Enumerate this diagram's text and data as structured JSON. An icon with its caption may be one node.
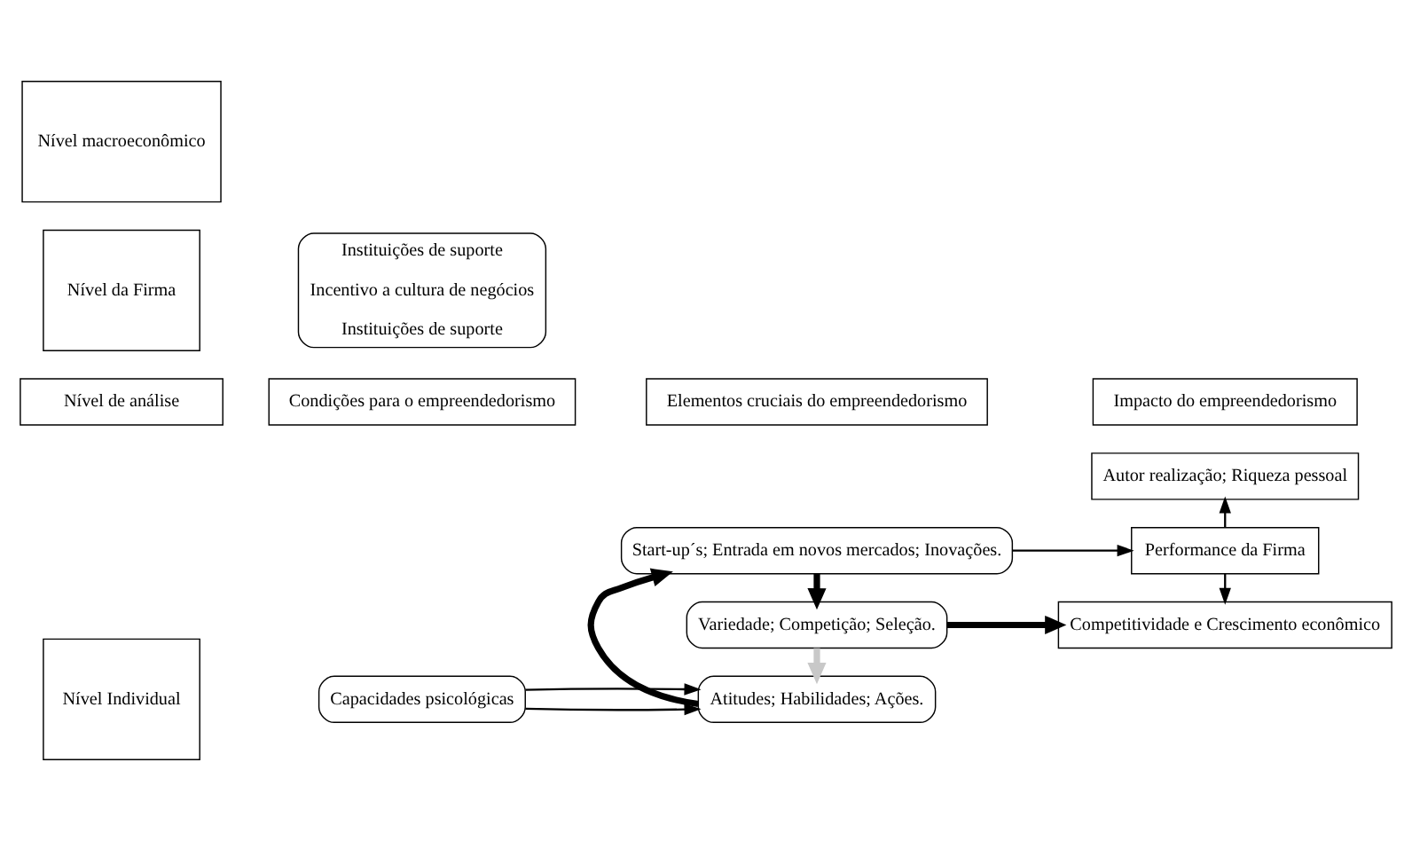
{
  "diagram": {
    "nodes": [
      {
        "text": [
          "Nível de análise"
        ]
      },
      {
        "text": [
          "Condições para o empreendedorismo"
        ]
      },
      {
        "text": [
          "Elementos cruciais do empreendedorismo"
        ]
      },
      {
        "text": [
          "Impacto do empreendedorismo"
        ]
      },
      {
        "text": [
          "Nível Individual"
        ]
      },
      {
        "text": [
          "Nível da Firma"
        ]
      },
      {
        "text": [
          "Nível macroeconômico"
        ]
      },
      {
        "text": [
          "Capacidades psicológicas"
        ]
      },
      {
        "text": [
          "Instituições de suporte",
          "Incentivo a cultura de negócios",
          "Instituições de suporte"
        ]
      },
      {
        "text": [
          "Atitudes; Habilidades; Ações."
        ]
      },
      {
        "text": [
          "Start-up´s; Entrada em novos mercados; Inovações."
        ]
      },
      {
        "text": [
          "Variedade; Competição; Seleção."
        ]
      },
      {
        "text": [
          "Autor realização; Riqueza pessoal"
        ]
      },
      {
        "text": [
          "Performance da Firma"
        ]
      },
      {
        "text": [
          "Competitividade e Crescimento econômico"
        ]
      }
    ],
    "edges": [
      {
        "from": 7,
        "to": 9,
        "arrow": "to"
      },
      {
        "from": 7,
        "to": 9,
        "arrow": "to"
      },
      {
        "from": 9,
        "to": 10,
        "arrow": "to",
        "style": "thick"
      },
      {
        "from": 10,
        "to": 11,
        "arrow": "to",
        "style": "thick"
      },
      {
        "from": 11,
        "to": 9,
        "arrow": "to",
        "style": "thick",
        "color": "#c8c8c8"
      },
      {
        "from": 10,
        "to": 13,
        "arrow": "to"
      },
      {
        "from": 13,
        "to": 12,
        "arrow": "to"
      },
      {
        "from": 13,
        "to": 14,
        "arrow": "to"
      },
      {
        "from": 11,
        "to": 14,
        "arrow": "to",
        "style": "thick"
      }
    ]
  }
}
